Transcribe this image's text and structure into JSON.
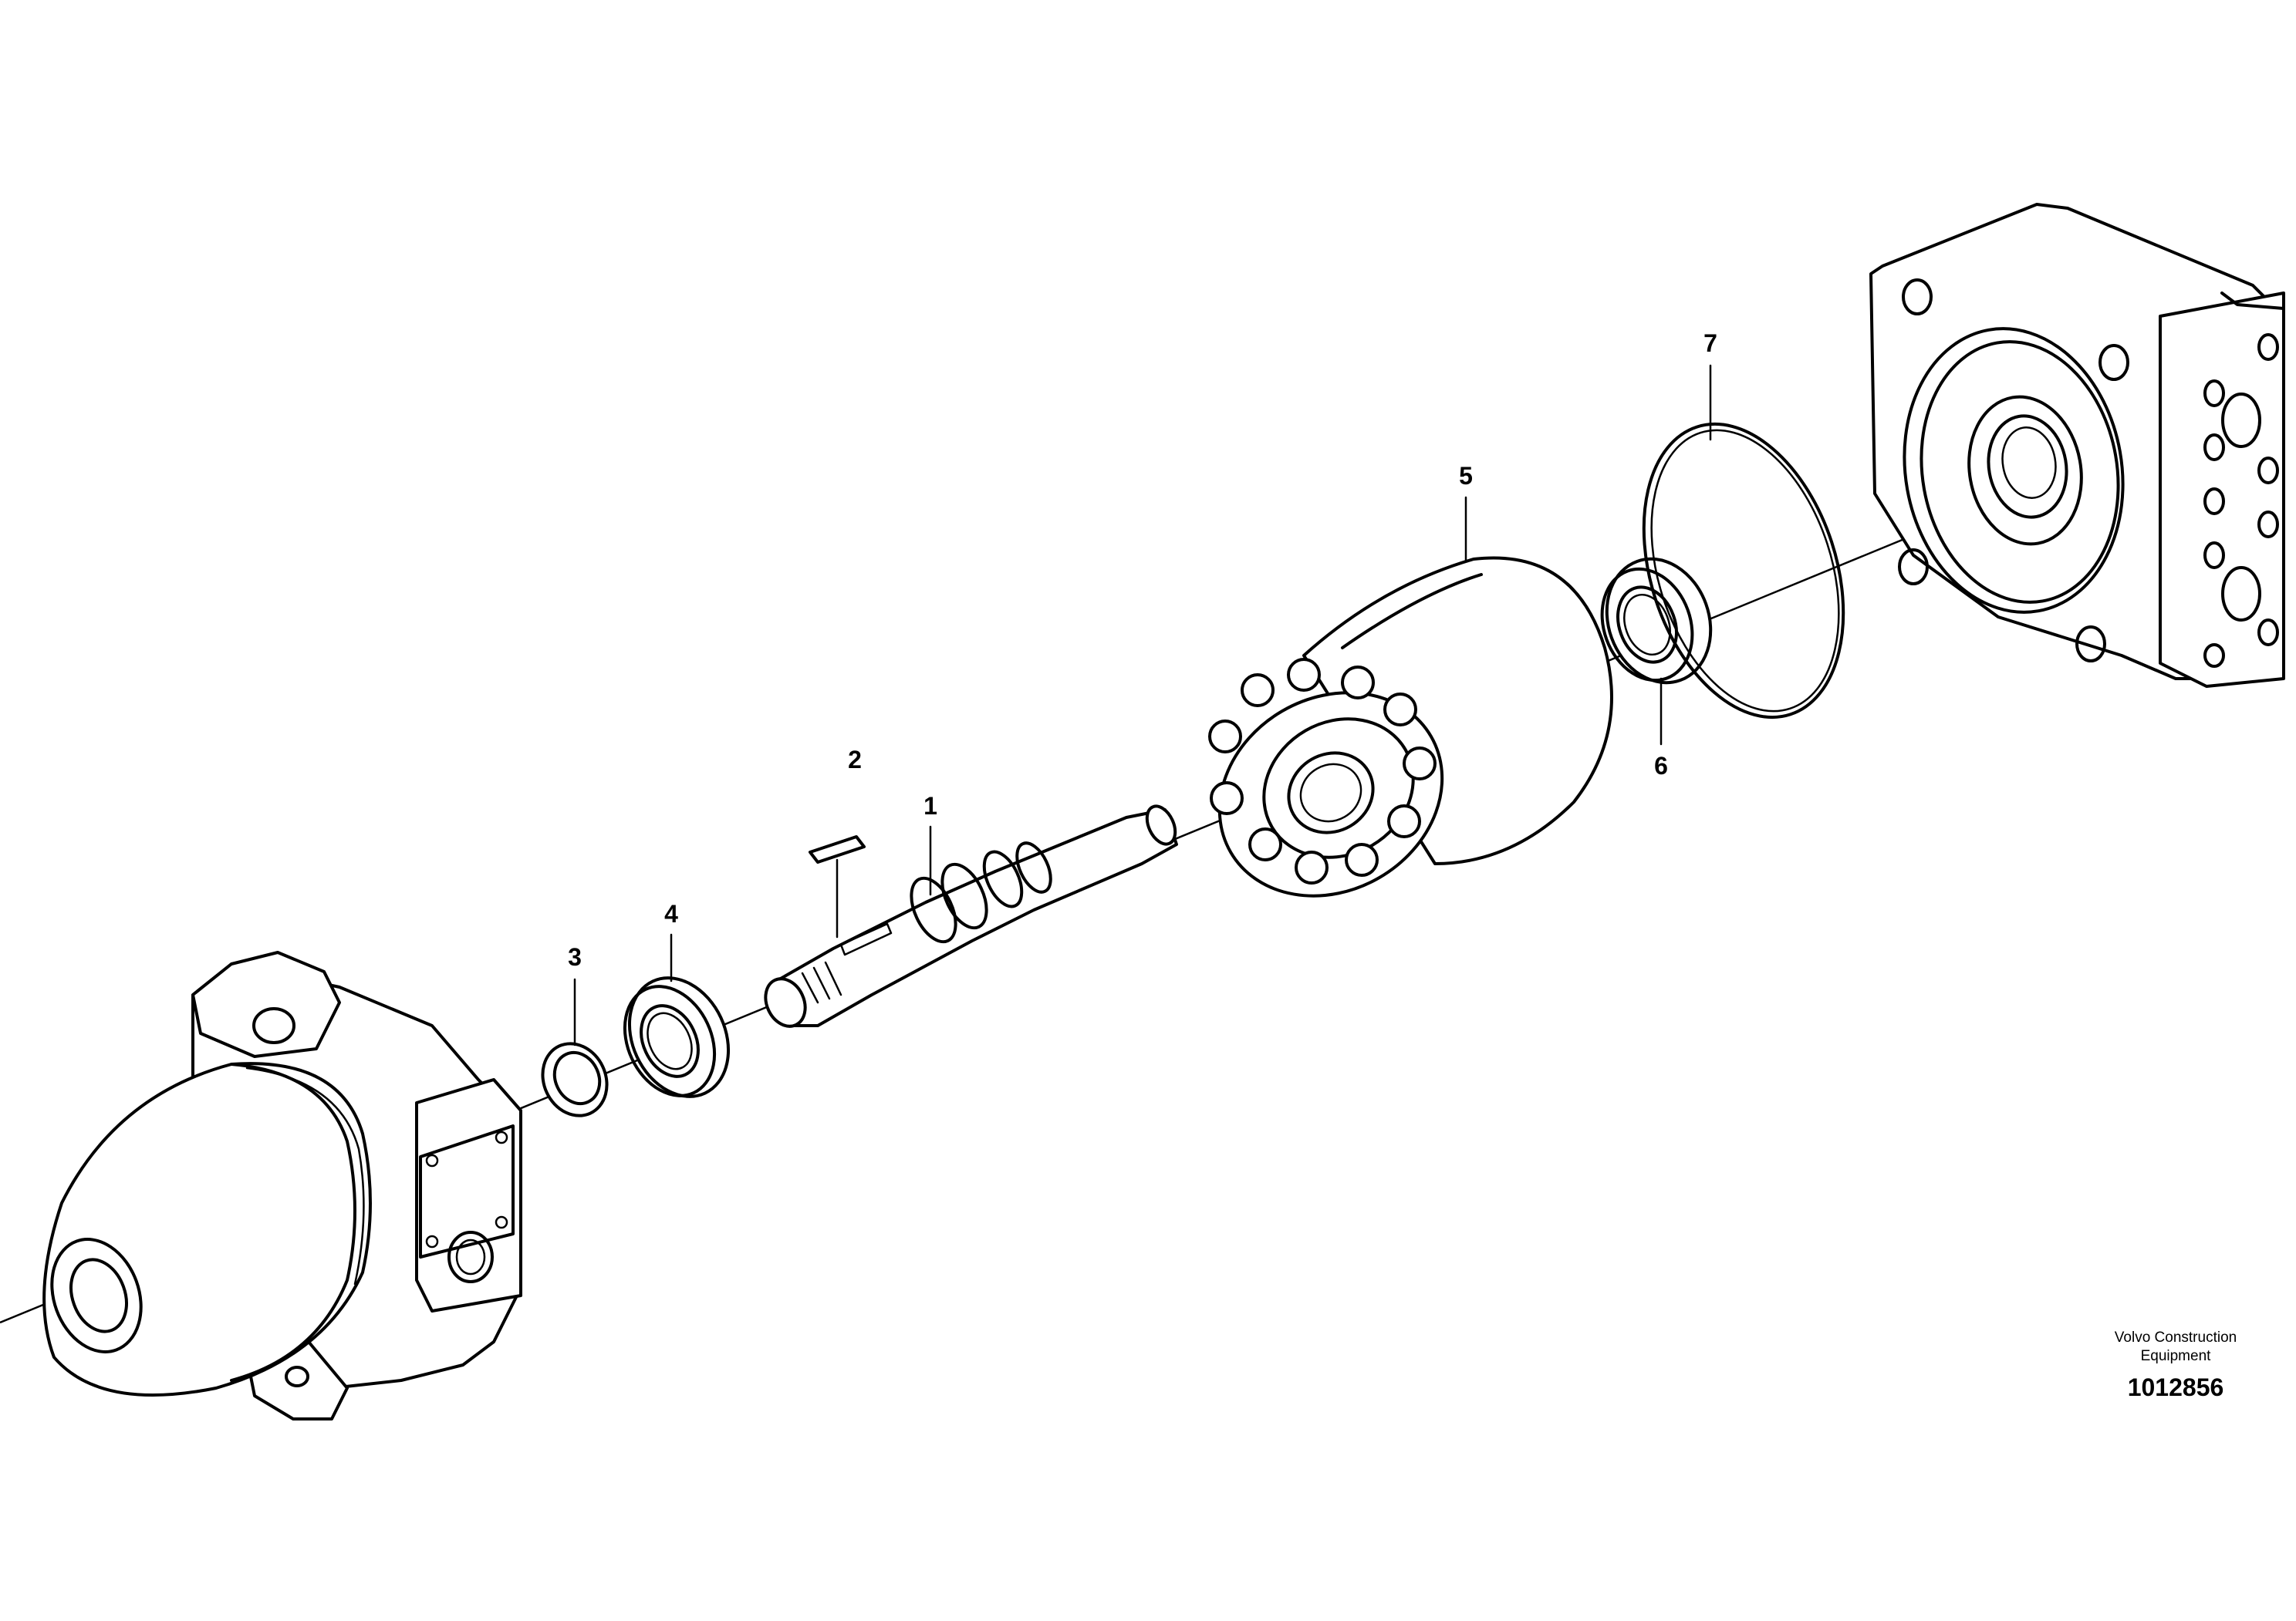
{
  "diagram": {
    "part_labels": [
      {
        "id": "1",
        "text": "1"
      },
      {
        "id": "2",
        "text": "2"
      },
      {
        "id": "3",
        "text": "3"
      },
      {
        "id": "4",
        "text": "4"
      },
      {
        "id": "5",
        "text": "5"
      },
      {
        "id": "6",
        "text": "6"
      },
      {
        "id": "7",
        "text": "7"
      }
    ],
    "brand": {
      "line1": "Volvo Construction",
      "line2": "Equipment"
    },
    "drawing_number": "1012856"
  }
}
